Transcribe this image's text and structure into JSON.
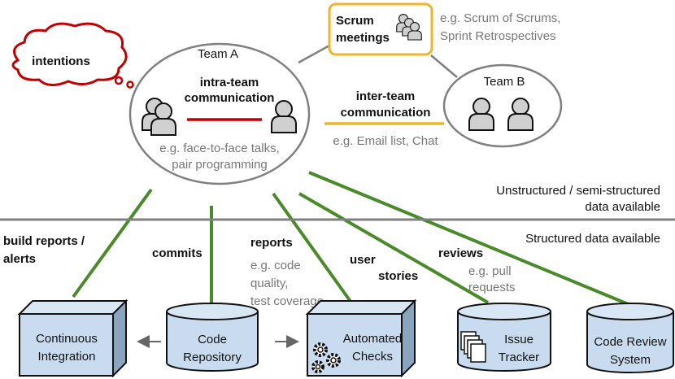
{
  "colors": {
    "green_link": "#4a8a2a",
    "red_link": "#c00000",
    "orange_link": "#f0b429",
    "system_fill": "#c9dcef",
    "person_fill": "#d0d0d0",
    "grey_text": "#777777"
  },
  "thought": {
    "label": "intentions"
  },
  "team_a": {
    "title": "Team A",
    "intra_line1": "intra-team",
    "intra_line2": "communication",
    "example_line1": "e.g. face-to-face talks,",
    "example_line2": "pair programming"
  },
  "scrum": {
    "label_line1": "Scrum",
    "label_line2": "meetings",
    "example_line1": "e.g. Scrum of Scrums,",
    "example_line2": "Sprint Retrospectives"
  },
  "team_b": {
    "title": "Team B"
  },
  "inter_team": {
    "line1": "inter-team",
    "line2": "communication",
    "example": "e.g. Email list, Chat"
  },
  "separator": {
    "unstructured_line1": "Unstructured / semi-structured",
    "unstructured_line2": "data available",
    "structured": "Structured data available"
  },
  "links": {
    "build_line1": "build reports /",
    "build_line2": "alerts",
    "commits": "commits",
    "reports": "reports",
    "reports_ex1": "e.g. code",
    "reports_ex2": "quality,",
    "reports_ex3": "test coverage",
    "stories_line1": "user",
    "stories_line2": "stories",
    "reviews": "reviews",
    "reviews_ex1": "e.g. pull",
    "reviews_ex2": "requests"
  },
  "systems": {
    "ci_line1": "Continuous",
    "ci_line2": "Integration",
    "repo_line1": "Code",
    "repo_line2": "Repository",
    "checks_line1": "Automated",
    "checks_line2": "Checks",
    "tracker_line1": "Issue",
    "tracker_line2": "Tracker",
    "review_line1": "Code Review",
    "review_line2": "System"
  },
  "icons": [
    "person-icon",
    "person-group-icon",
    "gears-icon",
    "documents-icon",
    "thought-cloud-icon"
  ]
}
